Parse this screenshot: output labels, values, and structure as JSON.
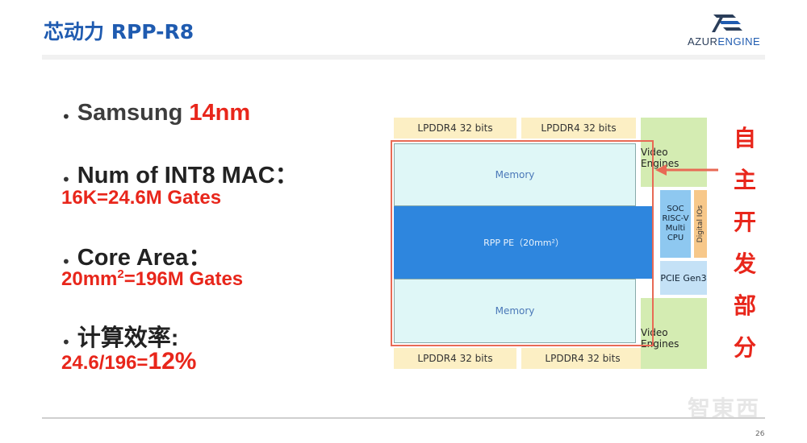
{
  "slide": {
    "title": "芯动力 RPP-R8",
    "page_number": "26",
    "watermark": "智東西"
  },
  "logo": {
    "text_az": "AZUR",
    "text_engine": "ENGINE"
  },
  "bullets": [
    {
      "part1": "Samsung ",
      "part2": "14nm"
    },
    {
      "main": "Num of INT8 MAC：",
      "sub": "16K=24.6M Gates"
    },
    {
      "main": "Core Area：",
      "sub_a": "20mm",
      "sub_sup": "2",
      "sub_b": "=196M Gates"
    },
    {
      "main": "计算效率:",
      "sub_a": "24.6/196=",
      "sub_big": "12%"
    }
  ],
  "diagram": {
    "lpddr_top_left": "LPDDR4 32 bits",
    "lpddr_top_right": "LPDDR4 32 bits",
    "lpddr_bottom_left": "LPDDR4 32 bits",
    "lpddr_bottom_right": "LPDDR4 32 bits",
    "memory_top": "Memory",
    "memory_bottom": "Memory",
    "pe": "RPP PE（20mm²）",
    "video_top": "Video Engines",
    "video_bottom": "Video Engines",
    "soc": "SOC RISC-V Multi CPU",
    "digital_ios": "Digital IOs",
    "pcie": "PCIE Gen3"
  },
  "callout": [
    "自",
    "主",
    "开",
    "发",
    "部",
    "分"
  ],
  "colors": {
    "title": "#1f5bb0",
    "accent_red": "#e8261b",
    "pe_blue": "#2e86de"
  }
}
